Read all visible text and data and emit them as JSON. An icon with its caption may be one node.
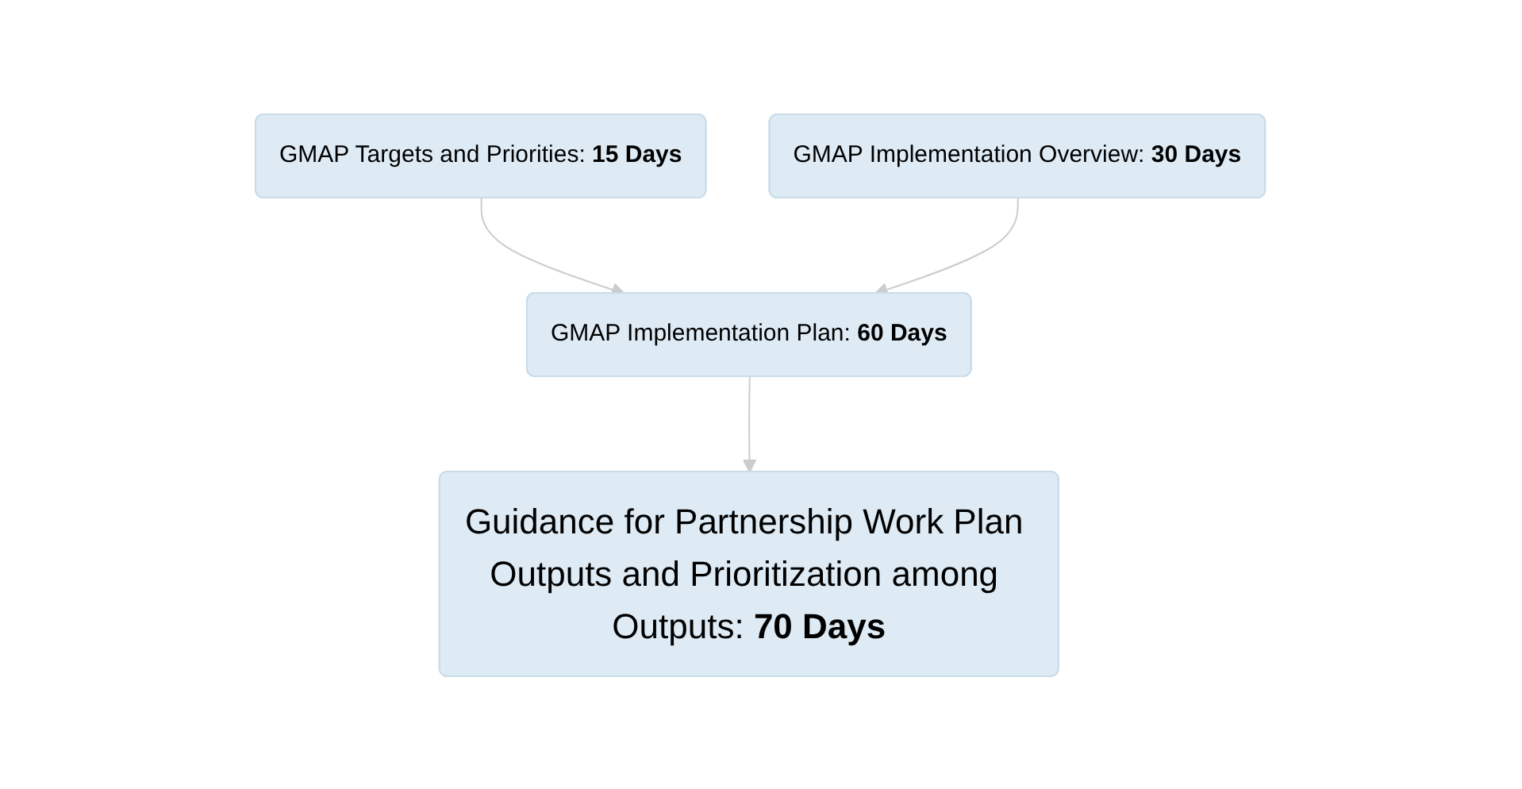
{
  "diagram": {
    "nodes": [
      {
        "text": [
          "GMAP Targets and Priorities: **15 Days**"
        ]
      },
      {
        "text": [
          "GMAP Implementation Overview: **30 Days**"
        ]
      },
      {
        "text": [
          "GMAP Implementation Plan: **60 Days**"
        ]
      },
      {
        "text": [
          "Guidance for Partnership Work Plan Outputs and Prioritization among Outputs: **70 Days**"
        ]
      }
    ],
    "edges": [
      {
        "from": 0,
        "to": 2,
        "arrow": "to"
      },
      {
        "from": 1,
        "to": 2,
        "arrow": "to"
      },
      {
        "from": 2,
        "to": 3,
        "arrow": "to"
      }
    ]
  }
}
